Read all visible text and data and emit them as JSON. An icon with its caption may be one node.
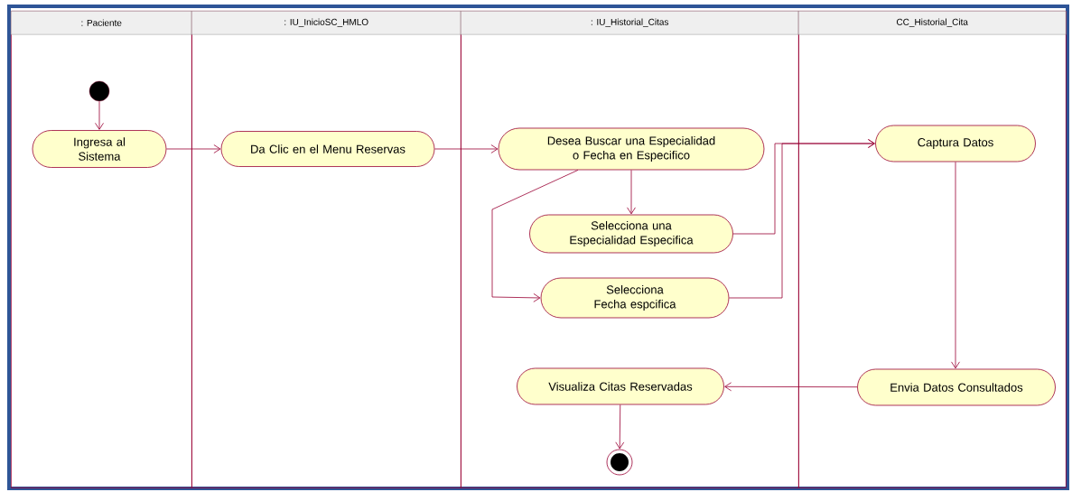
{
  "diagram": {
    "nodes": [
      {
        "text": [
          ": Paciente"
        ]
      },
      {
        "text": [],
        "shape": "circle",
        "in": 0
      },
      {
        "text": [
          "Ingresa al Sistema"
        ],
        "in": 0
      },
      {
        "text": [
          ": IU_InicioSC_HMLO"
        ]
      },
      {
        "text": [
          "Da Clic en el Menu Reservas"
        ],
        "in": 3
      },
      {
        "text": [
          ": IU_Historial_Citas"
        ]
      },
      {
        "text": [
          "Desea Buscar una Especialidad o Fecha en Especifico"
        ],
        "in": 5
      },
      {
        "text": [
          "Selecciona una Especialidad Especifica"
        ],
        "in": 5
      },
      {
        "text": [
          "Selecciona Fecha espcifica"
        ],
        "in": 5
      },
      {
        "text": [
          "Visualiza Citas Reservadas"
        ],
        "in": 5
      },
      {
        "text": [],
        "shape": "circle",
        "in": 5
      },
      {
        "text": [
          "CC_Historial_Cita"
        ]
      },
      {
        "text": [
          "Captura Datos"
        ],
        "in": 11
      },
      {
        "text": [
          "Envia Datos Consultados"
        ],
        "in": 11
      }
    ],
    "edges": [
      {
        "from": 1,
        "to": 2,
        "arrow": "to"
      },
      {
        "from": 2,
        "to": 4,
        "arrow": "to"
      },
      {
        "from": 4,
        "to": 6,
        "arrow": "to"
      },
      {
        "from": 6,
        "to": 7,
        "arrow": "to"
      },
      {
        "from": 6,
        "to": 8,
        "arrow": "to"
      },
      {
        "from": 7,
        "to": 12,
        "arrow": "to"
      },
      {
        "from": 8,
        "to": 12,
        "arrow": "to"
      },
      {
        "from": 12,
        "to": 13,
        "arrow": "to"
      },
      {
        "from": 13,
        "to": 9,
        "arrow": "to"
      },
      {
        "from": 9,
        "to": 10,
        "arrow": "to"
      }
    ]
  }
}
